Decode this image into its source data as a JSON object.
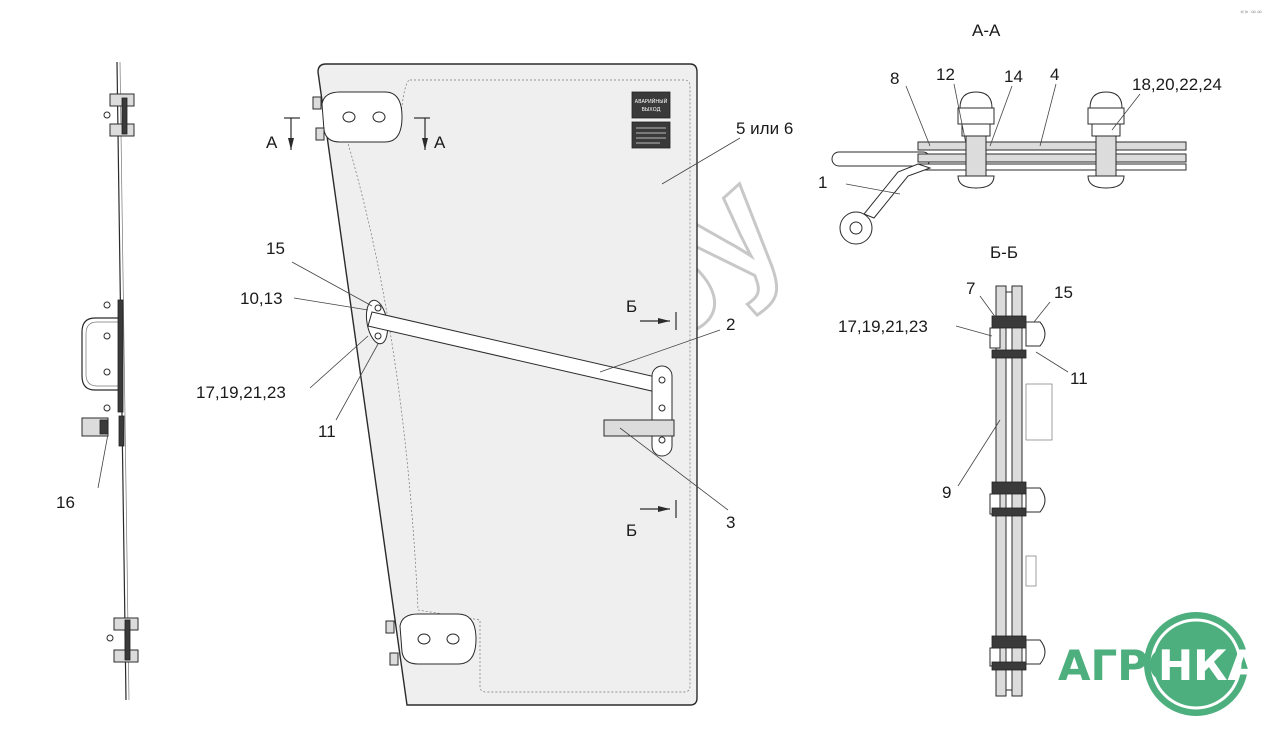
{
  "section_titles": {
    "aa": "А-А",
    "bb": "Б-Б"
  },
  "section_marks": {
    "a_left": "А",
    "a_right": "А",
    "b_top": "Б",
    "b_bottom": "Б"
  },
  "callouts": {
    "c1": "1",
    "c2": "2",
    "c3": "3",
    "c4": "4",
    "c7": "7",
    "c8": "8",
    "c9": "9",
    "c10_13": "10,13",
    "c11_main": "11",
    "c11_bb": "11",
    "c12": "12",
    "c14": "14",
    "c15_main": "15",
    "c15_bb": "15",
    "c16": "16",
    "c17_main": "17,19,21,23",
    "c17_bb": "17,19,21,23",
    "c18": "18,20,22,24",
    "c5_6": "5 или 6"
  },
  "door_sign": {
    "line1": "АВАРИЙНЫЙ",
    "line2": "ВЫХОД"
  },
  "watermark": "nka.by",
  "logo": {
    "left": "АГРО",
    "right": "НКА",
    "color": "#4caf7d",
    "text_color": "#2e7d4a"
  },
  "corner_mark": "«» ∞∞"
}
